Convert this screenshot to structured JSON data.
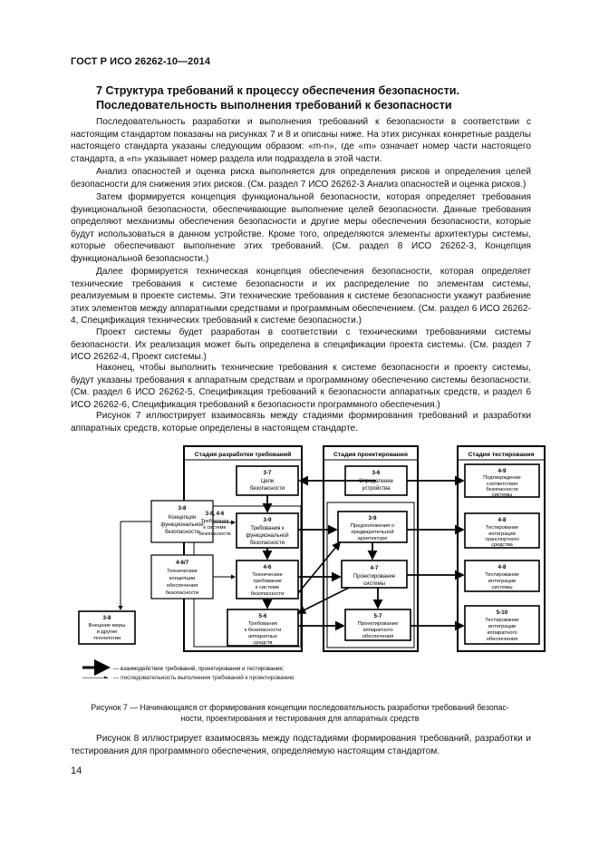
{
  "header": {
    "standard": "ГОСТ Р ИСО 26262-10—2014"
  },
  "section": {
    "title_line1": "7 Структура требований к процессу обеспечения безопасности.",
    "title_line2": "Последовательность выполнения требований к безопасности"
  },
  "paragraphs": [
    "Последовательность разработки и выполнения требований к безопасности в соответствии с настоящим стандартом показаны на рисунках 7 и 8 и описаны ниже. На этих рисунках конкретные разделы настоящего стандарта указаны следующим образом: «m-n», где «m» означает номер части настоящего стандарта, а «n» указывает номер раздела или подраздела в этой части.",
    "Анализ опасностей и оценка риска выполняется для определения рисков и определения целей безопасности для снижения этих рисков. (См. раздел 7 ИСО 26262-3 Анализ опасностей и оценка рисков.)",
    "Затем формируется концепция функциональной безопасности, которая определяет требования функциональной безопасности, обеспечивающие выполнение целей безопасности. Данные требования определяют механизмы обеспечения безопасности и другие меры обеспечения безопасности, которые будут использоваться в данном устройстве. Кроме того, определяются элементы архитектуры системы, которые обеспечивают выполнение этих требований. (См. раздел 8 ИСО 26262-3, Концепция функциональной безопасности.)",
    "Далее формируется техническая концепция обеспечения безопасности, которая определяет технические требования к системе безопасности и их распределение по элементам системы, реализуемым в проекте системы. Эти технические требования к системе безопасности укажут разбиение этих элементов между аппаратными средствами и программным обеспечением. (См. раздел 6 ИСО 26262-4, Спецификация технических требований к системе безопасности.)",
    "Проект системы будет разработан в соответствии с техническими требованиями системы безопасности. Их реализация может быть определена в спецификации проекта системы. (См. раздел 7 ИСО 26262-4, Проект системы.)",
    "Наконец, чтобы выполнить технические требования к системе безопасности и проекту системы, будут указаны требования к аппаратным средствам и программному обеспечению системы безопасности. (См. раздел 6 ИСО 26262-5, Спецификация требований к безопасности аппаратных средств, и раздел 6 ИСО 26262-6, Спецификация требований к безопасности программного обеспечения.)",
    "Рисунок 7 иллюстрирует взаимосвязь между стадиями формирования требований и разработки аппаратных средств, которые определены в настоящем стандарте."
  ],
  "figure": {
    "columns": {
      "requirements": "Стадия разработки требований",
      "design": "Стадия проектирования",
      "testing": "Стадия тестирования"
    },
    "boxes": {
      "b37": {
        "num": "3-7",
        "text": [
          "Цели",
          "безопасности"
        ]
      },
      "b38": {
        "num": "3-8",
        "text": [
          "Концепция",
          "функциональной",
          "безопасности"
        ]
      },
      "b3844": {
        "num": "3-8, 4-6",
        "text": [
          "Требования",
          "к системе",
          "безопасности"
        ]
      },
      "b39": {
        "num": "3-9",
        "text": [
          "Требования к",
          "функциональной",
          "безопасности"
        ]
      },
      "b36": {
        "num": "3-6",
        "text": [
          "Определение",
          "устройства"
        ]
      },
      "b46": {
        "num": "4-6",
        "text": [
          "Технические",
          "требования",
          "к системе",
          "безопасности"
        ]
      },
      "b467": {
        "num": "4-6/7",
        "text": [
          "Технические",
          "концепции",
          "обеспечения",
          "безопасности"
        ]
      },
      "b39d": {
        "num": "3-9",
        "text": [
          "Предположения о",
          "предварительной",
          "архитектуре"
        ]
      },
      "b47": {
        "num": "4-7",
        "text": [
          "Проектирование",
          "системы"
        ]
      },
      "b56": {
        "num": "5-6",
        "text": [
          "Требования",
          "к безопасности",
          "аппаратных",
          "средств"
        ]
      },
      "b57": {
        "num": "5-7",
        "text": [
          "Проектирование",
          "аппаратного",
          "обеспечения"
        ]
      },
      "b38ext": {
        "num": "3-8",
        "text": [
          "Внешние меры",
          "и другие",
          "технологии"
        ]
      },
      "t49": {
        "num": "4-9",
        "text": [
          "Подтверждение",
          "соответствия",
          "безопасности",
          "системы"
        ]
      },
      "t48a": {
        "num": "4-8",
        "text": [
          "Тестирование",
          "интеграции",
          "транспортного",
          "средства"
        ]
      },
      "t48b": {
        "num": "4-8",
        "text": [
          "Тестирование",
          "интеграции",
          "системы"
        ]
      },
      "t510": {
        "num": "5-10",
        "text": [
          "Тестирование",
          "интеграции",
          "аппаратного",
          "обеспечения"
        ]
      }
    },
    "legend": {
      "interaction": "— взаимодействие требований, проектирования и тестирования;",
      "sequence": "— последовательность выполнения требований к проектированию"
    }
  },
  "caption": {
    "line1": "Рисунок 7 — Начинающаяся от формирования концепции последовательность разработки требований безопас-",
    "line2": "ности, проектирования и тестирования для аппаратных средств"
  },
  "closing_paragraph": "Рисунок 8 иллюстрирует взаимосвязь между подстадиями формирования требований, разработки и тестирования для программного обеспечения, определяемую настоящим стандартом.",
  "page_number": "14"
}
